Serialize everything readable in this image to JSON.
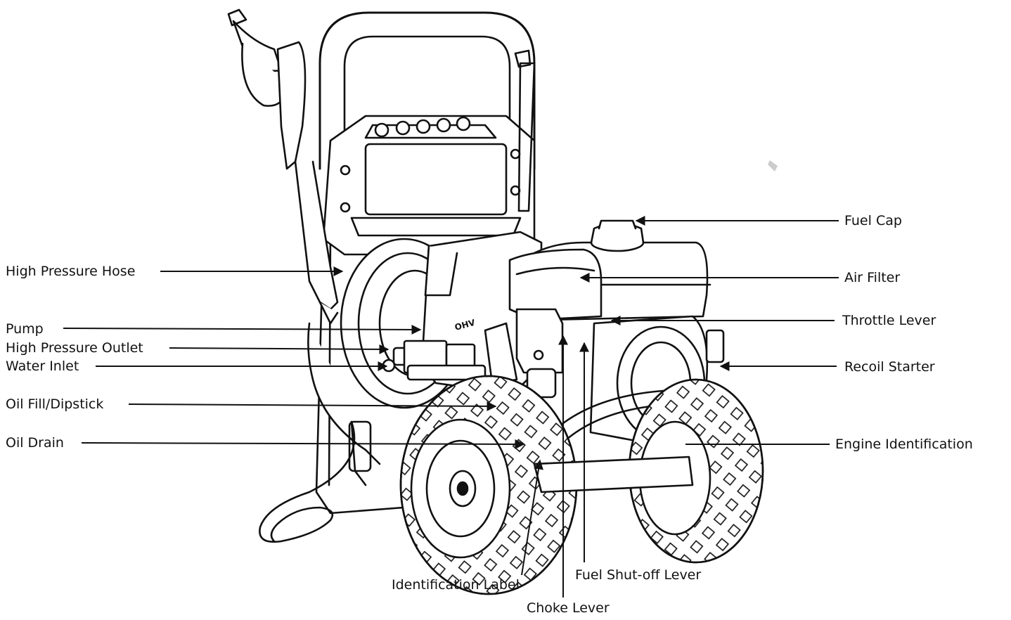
{
  "labels": {
    "high_pressure_hose": "High Pressure Hose",
    "pump": "Pump",
    "high_pressure_outlet": "High Pressure Outlet",
    "water_inlet": "Water Inlet",
    "oil_fill_dipstick": "Oil Fill/Dipstick",
    "oil_drain": "Oil Drain",
    "fuel_cap": "Fuel Cap",
    "air_filter": "Air Filter",
    "throttle_lever": "Throttle Lever",
    "recoil_starter": "Recoil Starter",
    "engine_identification": "Engine Identification",
    "identification_label": "Identification Label",
    "choke_lever": "Choke Lever",
    "fuel_shutoff_lever": "Fuel Shut-off Lever"
  },
  "engine_badge": "OHV",
  "colors": {
    "line": "#111111",
    "fill": "#ffffff",
    "accent": "#f4f4f4"
  }
}
